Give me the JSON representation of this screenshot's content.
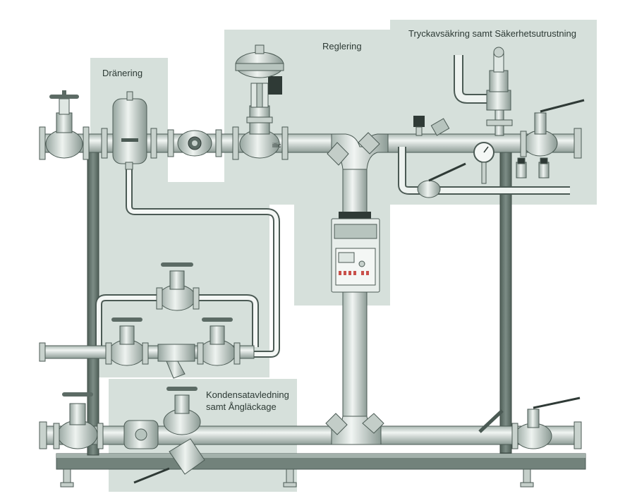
{
  "zones": {
    "dranering": {
      "label": "Dränering"
    },
    "reglering": {
      "label": "Reglering"
    },
    "tryck": {
      "label": "Tryckavsäkring samt Säkerhetsutrustning"
    },
    "kondensat": {
      "line1": "Kondensatavledning",
      "line2": "samt Ångläckage"
    }
  },
  "equipment": {
    "actuator_text": "illic"
  },
  "colors": {
    "panel": "#d8e1dc",
    "pipe": "#c9d4cf",
    "pipe_dark": "#8e9c96",
    "frame": "#5f6f68",
    "outline": "#4b5a54"
  }
}
